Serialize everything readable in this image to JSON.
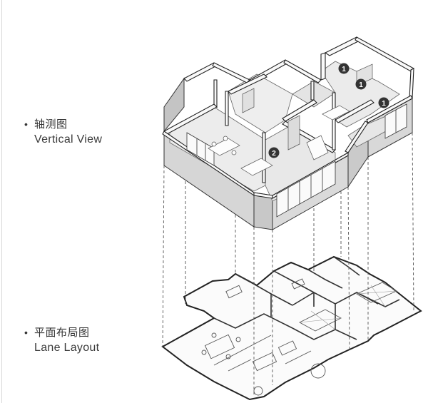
{
  "legend": {
    "vertical": {
      "bullet": "•",
      "cn": "轴测图",
      "en": "Vertical View"
    },
    "plan": {
      "bullet": "•",
      "cn": "平面布局图",
      "en": "Lane Layout"
    }
  },
  "markers": [
    {
      "label": "1"
    },
    {
      "label": "1"
    },
    {
      "label": "1"
    },
    {
      "label": "2"
    }
  ],
  "colors": {
    "wall_top": "#f7f7f7",
    "wall_side": "#cfcfcf",
    "floor": "#e9e9e9",
    "line": "#333333",
    "marker_fill": "#333333",
    "marker_text": "#ffffff"
  }
}
